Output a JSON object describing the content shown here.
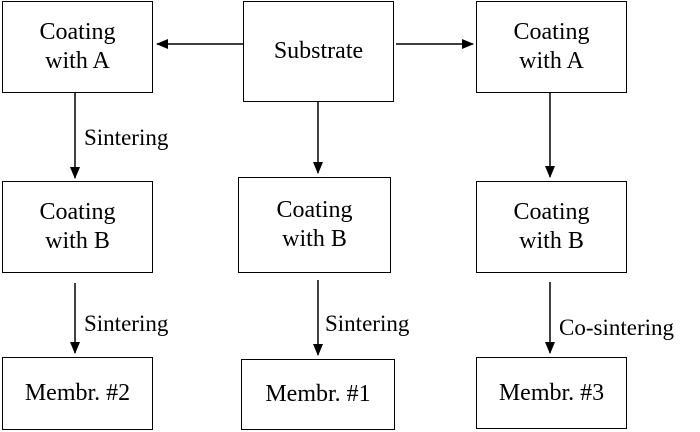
{
  "nodes": {
    "coat_a_left": {
      "line1": "Coating",
      "line2": "with A"
    },
    "substrate": {
      "line1": "Substrate",
      "line2": ""
    },
    "coat_a_right": {
      "line1": "Coating",
      "line2": "with A"
    },
    "coat_b_left": {
      "line1": "Coating",
      "line2": "with B"
    },
    "coat_b_mid": {
      "line1": "Coating",
      "line2": "with B"
    },
    "coat_b_right": {
      "line1": "Coating",
      "line2": "with B"
    },
    "membr_2": {
      "line1": "Membr. #2",
      "line2": ""
    },
    "membr_1": {
      "line1": "Membr. #1",
      "line2": ""
    },
    "membr_3": {
      "line1": "Membr. #3",
      "line2": ""
    }
  },
  "edge_labels": {
    "left_top": "Sintering",
    "left_bottom": "Sintering",
    "mid_bottom": "Sintering",
    "right_bottom": "Co-sintering"
  }
}
